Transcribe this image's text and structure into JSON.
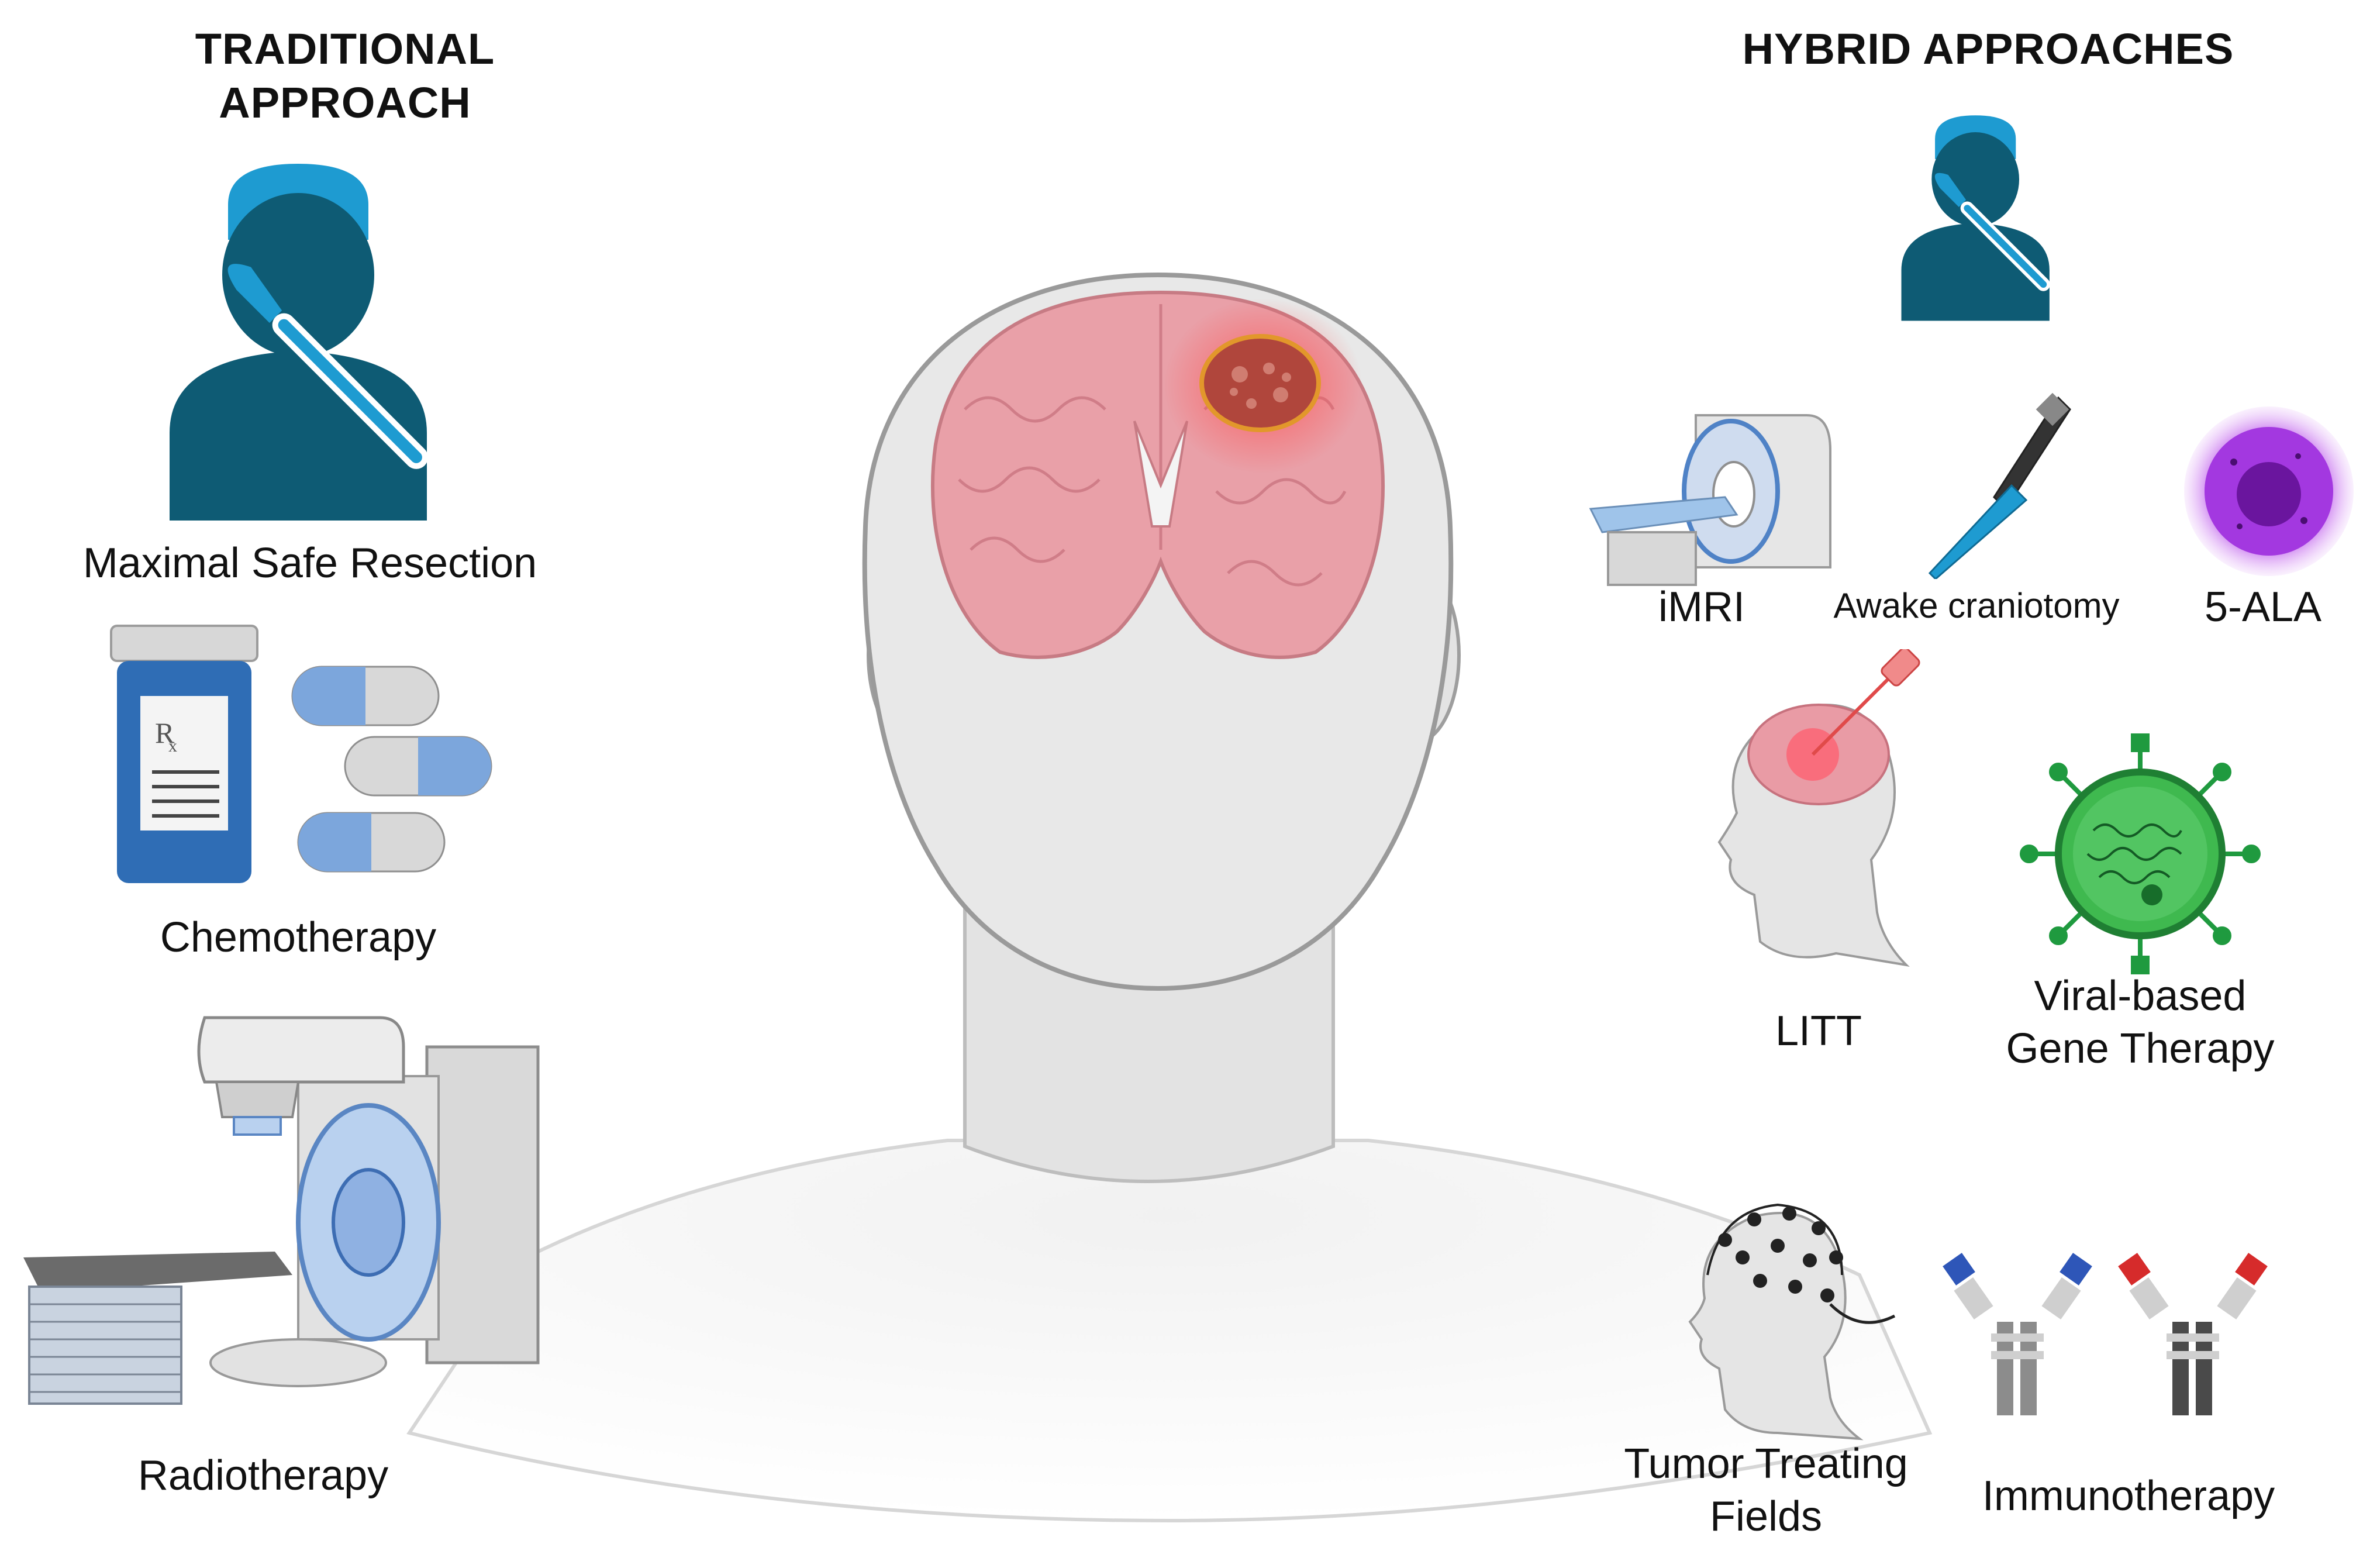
{
  "traditional": {
    "title_line1": "TRADITIONAL",
    "title_line2": "APPROACH",
    "items": [
      {
        "label": "Maximal Safe Resection",
        "icon": "surgeon-icon"
      },
      {
        "label": "Chemotherapy",
        "icon": "pill-bottle-icon"
      },
      {
        "label": "Radiotherapy",
        "icon": "linear-accelerator-icon"
      }
    ]
  },
  "hybrid": {
    "title": "HYBRID APPROACHES",
    "items": [
      {
        "label": "iMRI",
        "icon": "mri-scanner-icon"
      },
      {
        "label": "Awake craniotomy",
        "icon": "surgical-probe-icon"
      },
      {
        "label": "5-ALA",
        "icon": "fluorescent-cell-icon"
      },
      {
        "label": "LITT",
        "icon": "laser-head-icon"
      },
      {
        "label_line1": "Viral-based",
        "label_line2": "Gene Therapy",
        "icon": "virus-icon"
      },
      {
        "label_line1": "Tumor Treating",
        "label_line2": "Fields",
        "icon": "electrode-cap-icon"
      },
      {
        "label": "Immunotherapy",
        "icon": "antibody-icon"
      }
    ]
  },
  "colors": {
    "surgeon": "#0e5b74",
    "surgeon_cap": "#1e9bd1",
    "scalpel": "#1e9bd1",
    "brain": "#e9a0a8",
    "tumor": "#b0463c",
    "head": "#e6e6e6",
    "virus": "#1f9a3f",
    "cell": "#9a2fd8"
  }
}
